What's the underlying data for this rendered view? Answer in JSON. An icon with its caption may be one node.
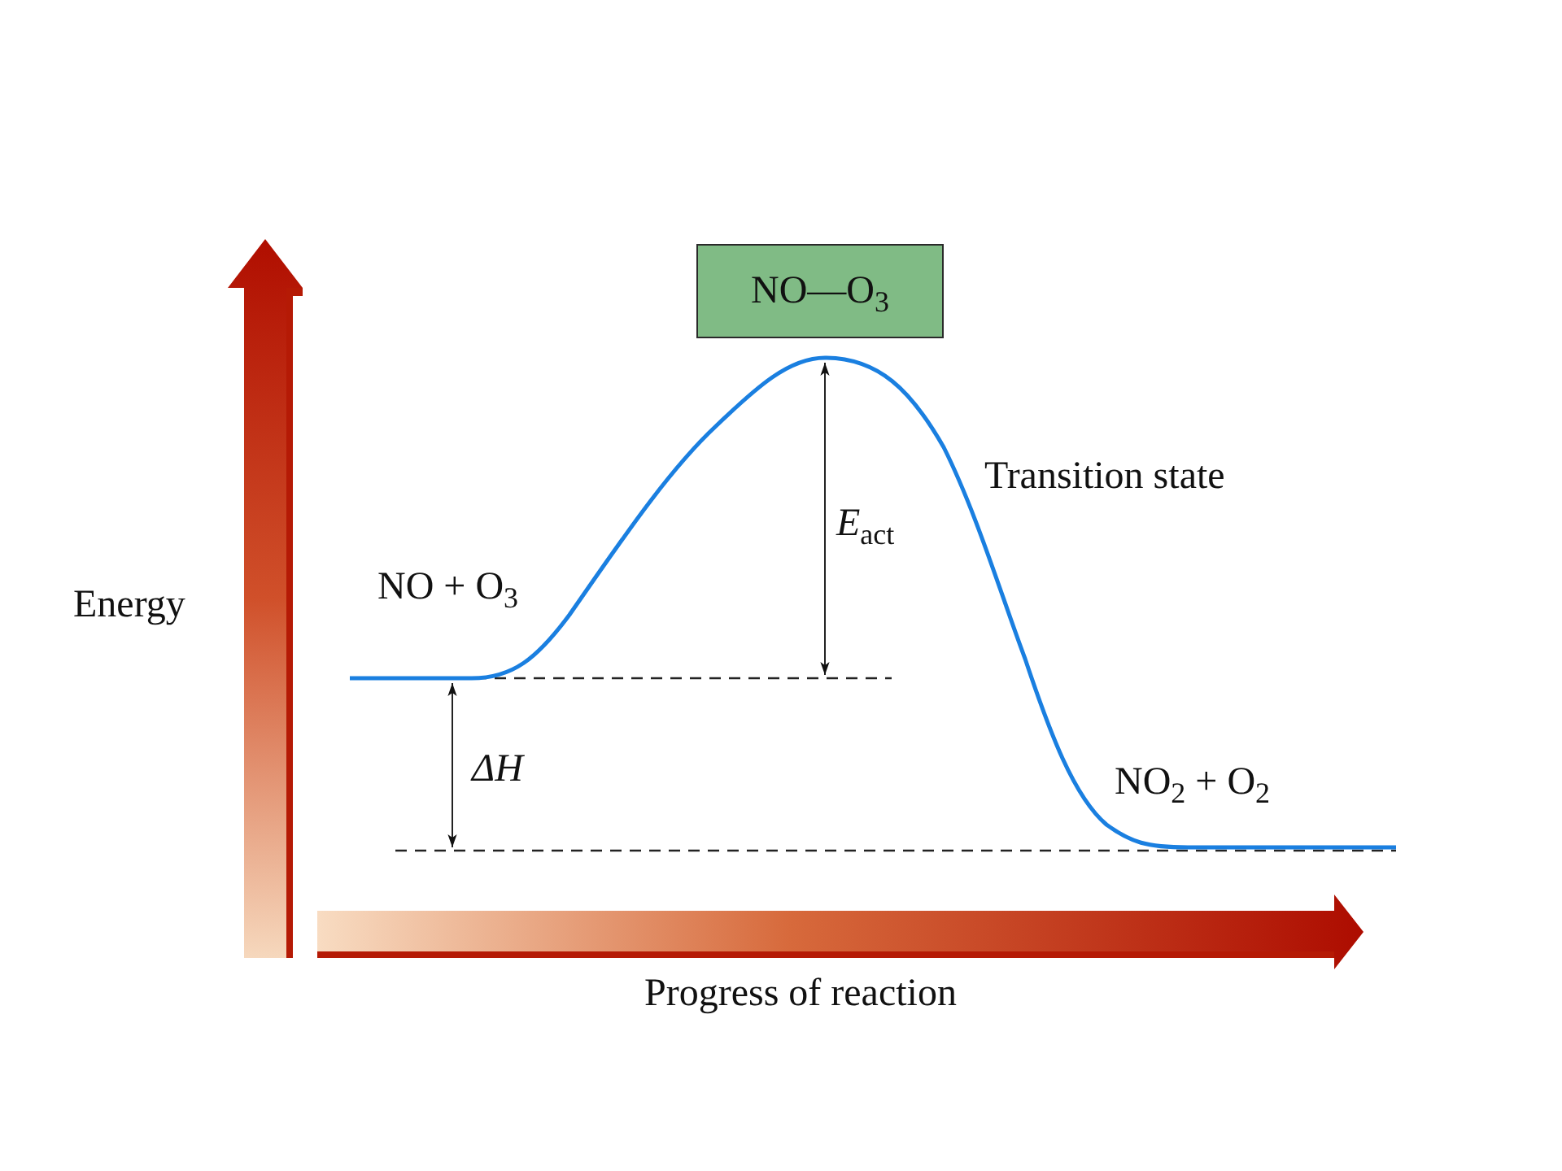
{
  "diagram": {
    "nodes": [
      {
        "text": [
          "NO—O$_{3}$"
        ]
      }
    ],
    "labels": [
      "Transition state",
      "*E*$_{act}$",
      "NO + O$_{3}$",
      "Energy",
      "ΔH",
      "NO$_{2}$ + O$_{2}$",
      "Progress of reaction"
    ]
  }
}
